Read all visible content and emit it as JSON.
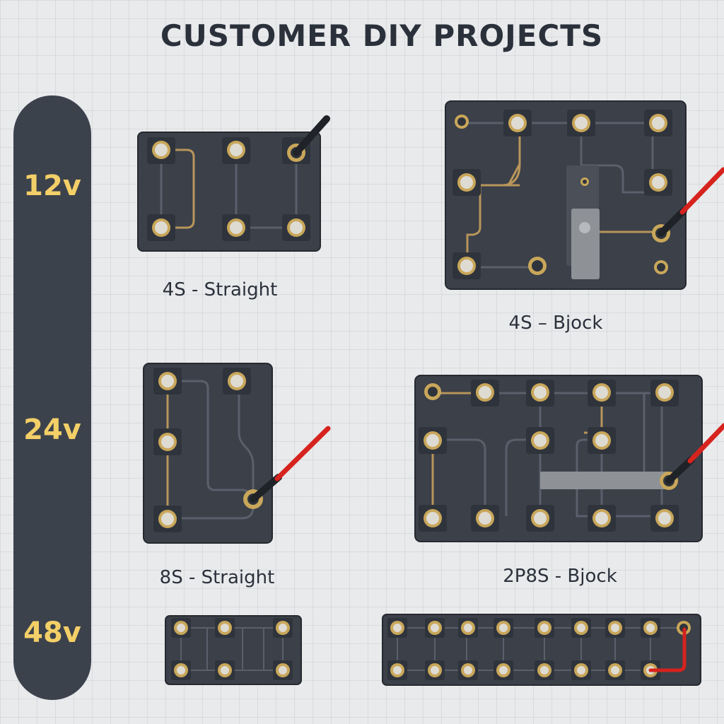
{
  "title": "CUSTOMER DIY PROJECTS",
  "voltages": [
    "12v",
    "24v",
    "48v"
  ],
  "projects": [
    {
      "caption": "4S - Straight"
    },
    {
      "caption": "4S – Bjock"
    },
    {
      "caption": "8S - Straight"
    },
    {
      "caption": "2P8S - Bjock"
    },
    {
      "caption": ""
    },
    {
      "caption": ""
    }
  ],
  "colors": {
    "background": "#e9eaec",
    "board": "#3b4049",
    "terminal_pad": "#2f343c",
    "brass": "#c9a75a",
    "trace": "#5a606b",
    "copper_trace": "#b8955a",
    "wire_red": "#d6231e",
    "busbar": "#8e9196",
    "voltage_bar": "#3c424c",
    "voltage_text": "#f3cf67",
    "title_text": "#2b313b"
  }
}
